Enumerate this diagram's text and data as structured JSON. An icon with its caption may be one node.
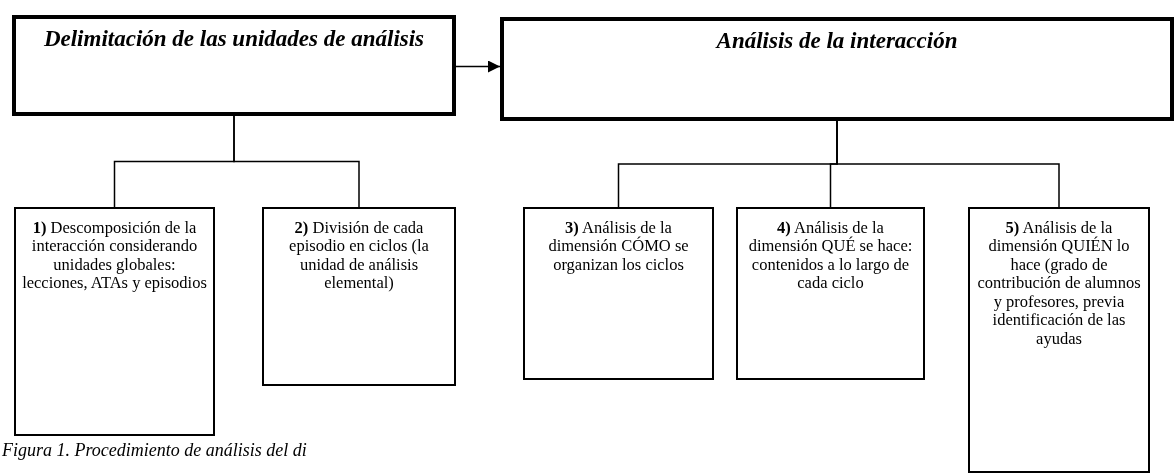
{
  "diagram": {
    "caption": "Figura 1. Procedimiento de análisis del di",
    "nodes": [
      {
        "text": [
          "Delimitación de las unidades de análisis"
        ]
      },
      {
        "text": [
          "Análisis de la interacción"
        ]
      },
      {
        "text": [
          "**1)** Descomposición de la interacción considerando unidades globales: lecciones, ATAs y episodios"
        ]
      },
      {
        "text": [
          "**2)** División de cada episodio en ciclos (la unidad de análisis elemental)"
        ]
      },
      {
        "text": [
          "**3)** Análisis de la dimensión CÓMO se organizan los ciclos"
        ]
      },
      {
        "text": [
          "**4)** Análisis de la dimensión QUÉ se hace: contenidos a lo largo de cada ciclo"
        ]
      },
      {
        "text": [
          "**5)** Análisis de la dimensión QUIÉN lo hace (grado de contribución de alumnos y profesores, previa identificación de las ayudas"
        ]
      }
    ],
    "edges": [
      {
        "from": 0,
        "to": 1,
        "arrow": "to"
      },
      {
        "from": 0,
        "to": 2,
        "arrow": "none"
      },
      {
        "from": 0,
        "to": 3,
        "arrow": "none"
      },
      {
        "from": 1,
        "to": 4,
        "arrow": "none"
      },
      {
        "from": 1,
        "to": 5,
        "arrow": "none"
      },
      {
        "from": 1,
        "to": 6,
        "arrow": "none"
      }
    ]
  }
}
